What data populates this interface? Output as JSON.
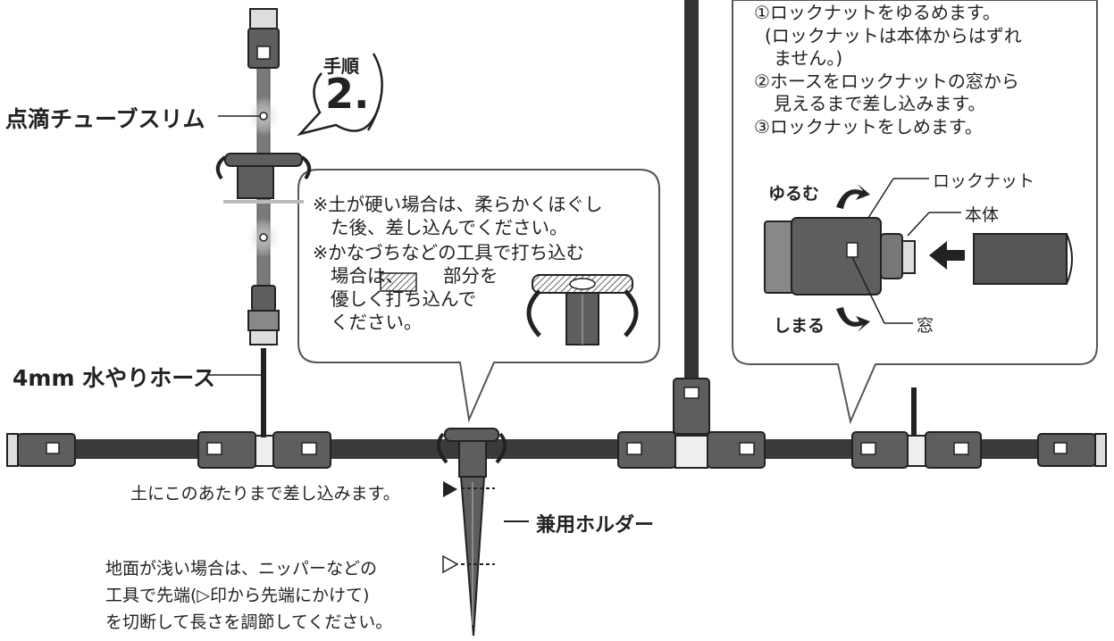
{
  "step": {
    "kanji": "手順",
    "number": "2."
  },
  "labels": {
    "tube": "点滴チューブスリム",
    "hose": "4mm 水やりホース",
    "holder": "兼用ホルダー",
    "insert_depth": "土にこのあたりまで差し込みます。"
  },
  "cut_note": {
    "lines": [
      "地面が浅い場合は、ニッパーなどの",
      "工具で先端(▷印から先端にかけて)",
      "を切断して長さを調節してください。"
    ]
  },
  "holder_callout": {
    "note1": [
      "※土が硬い場合は、柔らかくほぐし",
      "た後、差し込んでください。"
    ],
    "note2": [
      "※かなづちなどの工具で打ち込む",
      "場合は、",
      "部分を",
      "優しく打ち込んで",
      "ください。"
    ]
  },
  "lock_callout": {
    "steps": [
      "①ロックナットをゆるめます。",
      "(ロックナットは本体からはずれ",
      "ません。)",
      "②ホースをロックナットの窓から",
      "見えるまで差し込みます。",
      "③ロックナットをしめます。"
    ],
    "loosen": "ゆるむ",
    "tighten": "しまる",
    "locknut": "ロックナット",
    "body": "本体",
    "window": "窓"
  },
  "colors": {
    "line": "#222222",
    "pipe": "#3a3a3a",
    "connector": "#5e5e5e",
    "light": "#cfcfcf"
  }
}
